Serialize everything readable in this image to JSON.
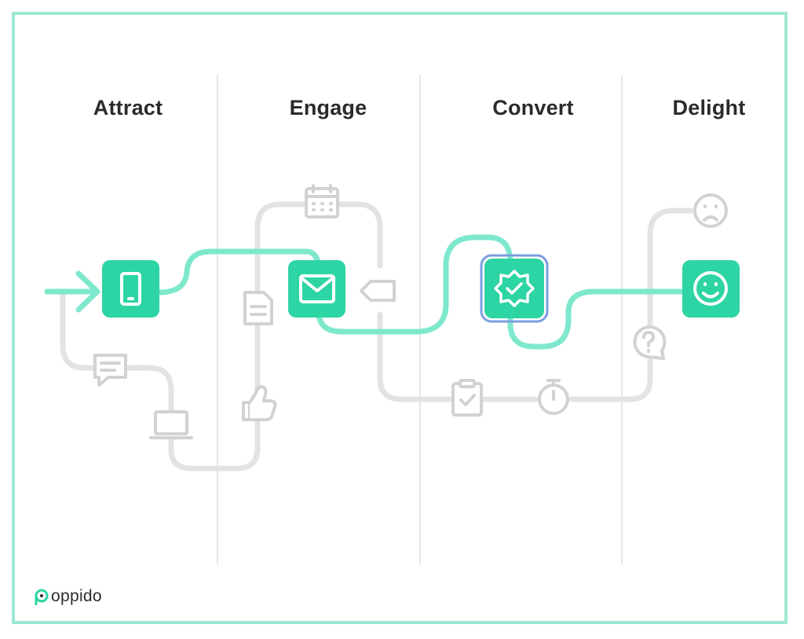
{
  "stages": [
    {
      "label": "Attract"
    },
    {
      "label": "Engage"
    },
    {
      "label": "Convert"
    },
    {
      "label": "Delight"
    }
  ],
  "brand": {
    "name": "oppido"
  },
  "colors": {
    "accent": "#2dd4a4",
    "path_highlight": "#7ee8cd",
    "path_faint": "#e3e3e3",
    "icon_faint": "#d2d2d2",
    "divider": "#e6e6e6",
    "frame": "#9ee7d4",
    "selection_ring": "#7b9ee0"
  },
  "icons": {
    "main": [
      "mobile-phone-icon",
      "envelope-icon",
      "verified-badge-icon",
      "smiley-face-icon"
    ],
    "secondary": [
      "chat-bubble-icon",
      "laptop-icon",
      "document-icon",
      "thumbs-up-icon",
      "calendar-icon",
      "tag-icon",
      "clipboard-check-icon",
      "stopwatch-icon",
      "question-bubble-icon",
      "sad-face-icon"
    ]
  }
}
